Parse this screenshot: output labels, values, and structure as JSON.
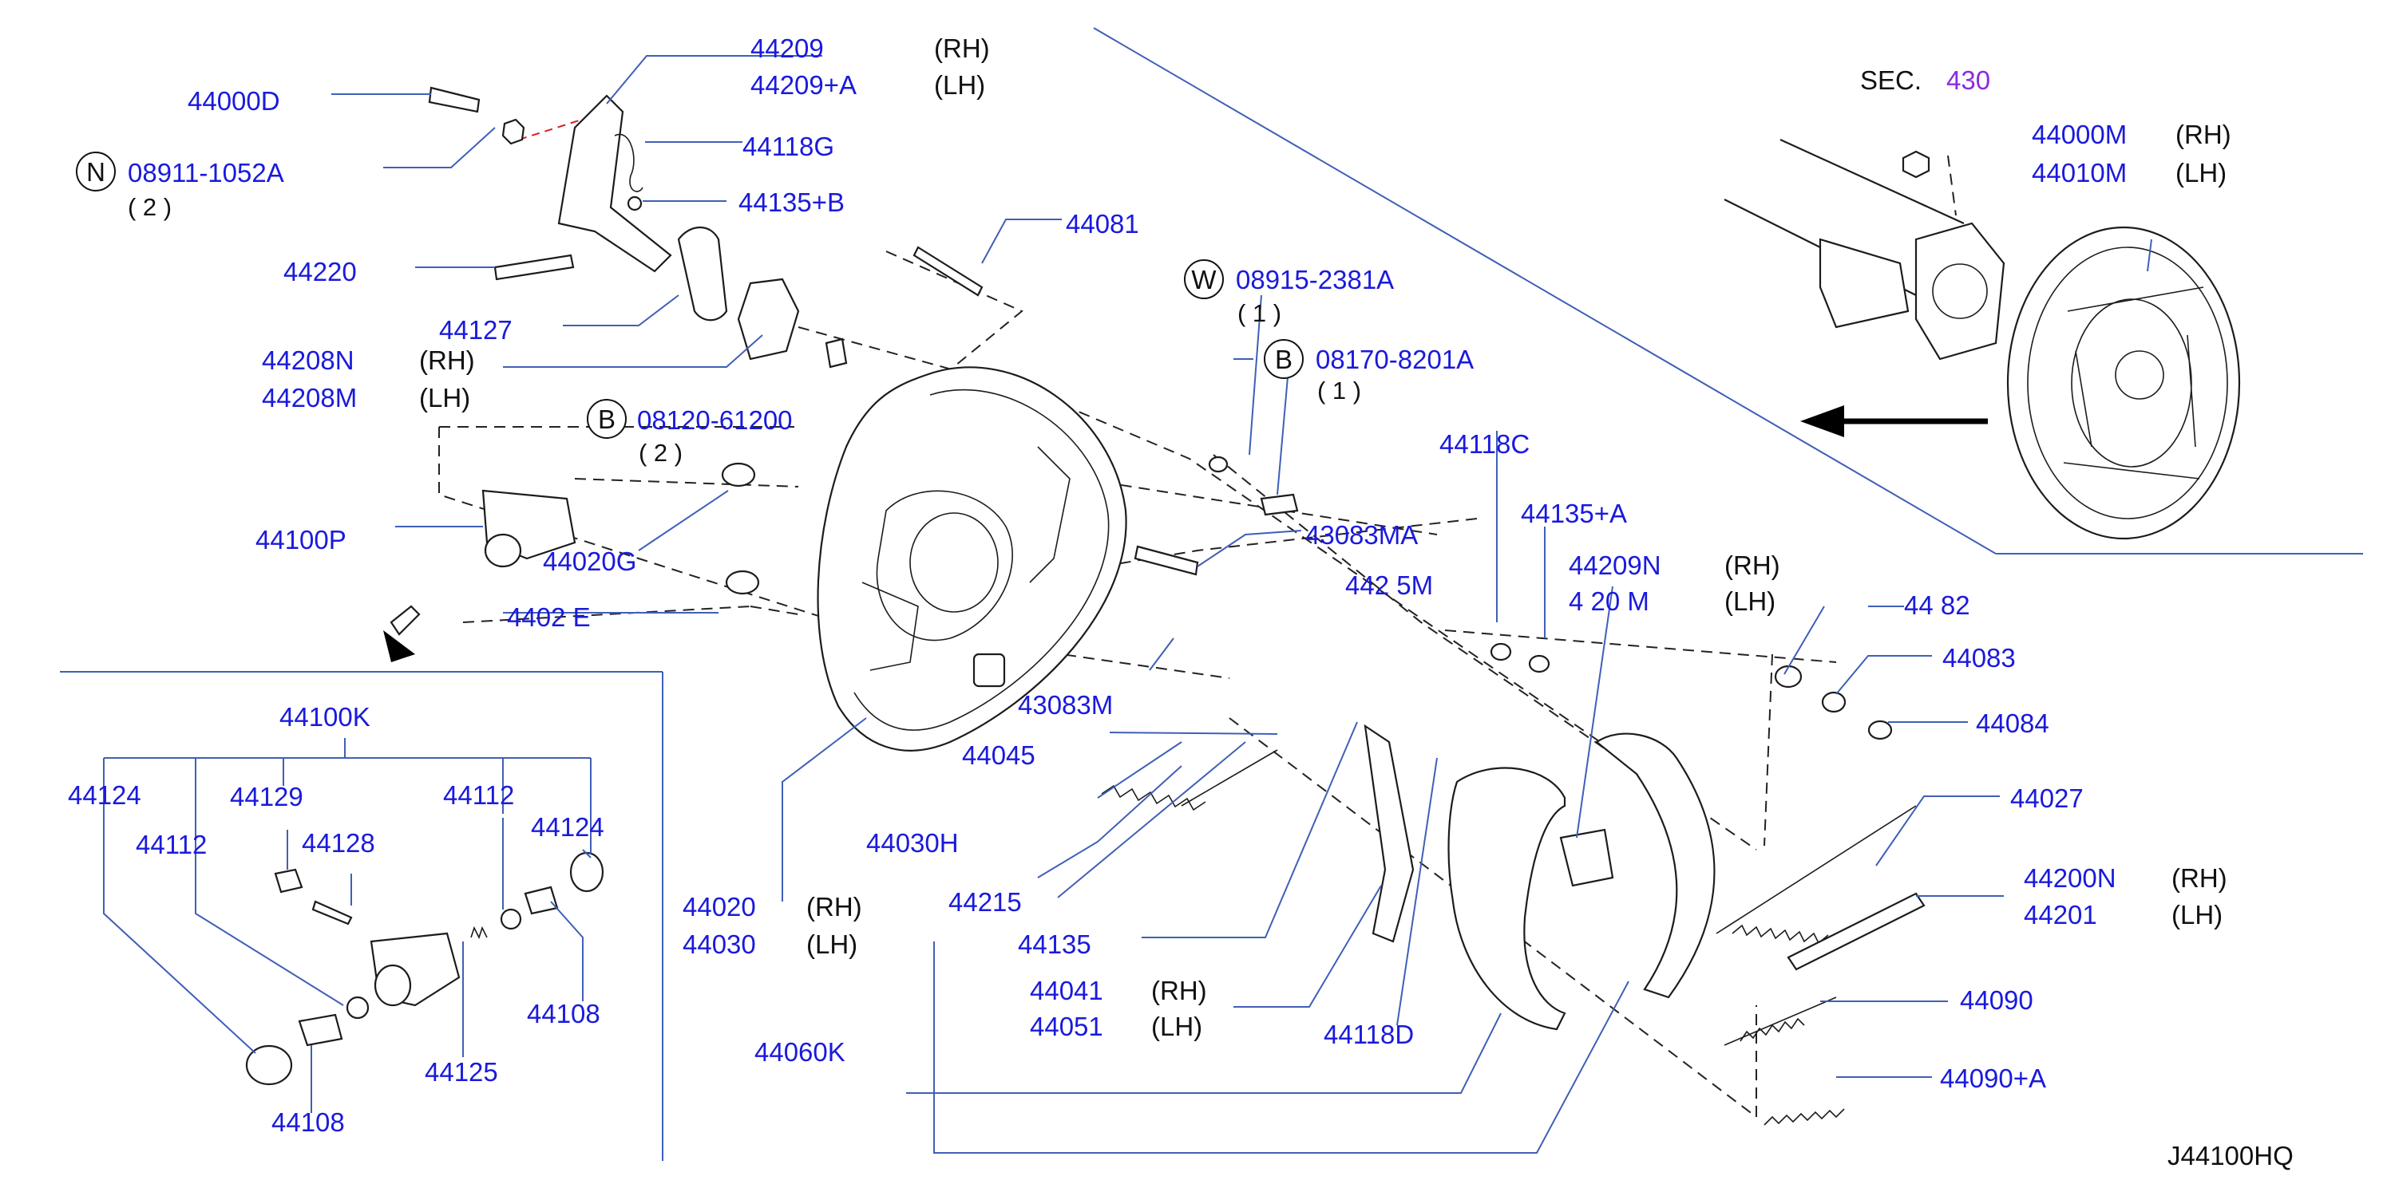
{
  "diagram": {
    "ref_code": "J44100HQ",
    "section": {
      "prefix": "SEC.",
      "number": "430"
    },
    "direction": {
      "rh": "(RH)",
      "lh": "(LH)"
    },
    "callouts": {
      "p44000D": "44000D",
      "p08911": "08911-1052A",
      "p08911_qty": "( 2 )",
      "p44209": "44209",
      "p44209A": "44209+A",
      "p44118G": "44118G",
      "p44135B": "44135+B",
      "p44220": "44220",
      "p44127": "44127",
      "p44208N": "44208N",
      "p44208M": "44208M",
      "p08120": "08120-61200",
      "p08120_qty": "( 2 )",
      "p44100P": "44100P",
      "p44020G": "44020G",
      "p44020E": "4402 E",
      "p44081": "44081",
      "p08915": "08915-2381A",
      "p08915_qty": "( 1 )",
      "p08170": "08170-8201A",
      "p08170_qty": "( 1 )",
      "p43083MA": "43083MA",
      "p43083M": "43083M",
      "p44045": "44045",
      "p44030H": "44030H",
      "p44215": "44215",
      "p44215M": "442 5M",
      "p44020": "44020",
      "p44030": "44030",
      "p44135": "44135",
      "p44041": "44041",
      "p44051": "44051",
      "p44060K": "44060K",
      "p44118D": "44118D",
      "p44118C": "44118C",
      "p44135A": "44135+A",
      "p44209N": "44209N",
      "p44209M": "4 20 M",
      "p44082": "44 82",
      "p44083": "44083",
      "p44084": "44084",
      "p44027": "44027",
      "p44200N": "44200N",
      "p44201": "44201",
      "p44090": "44090",
      "p44090A": "44090+A",
      "p44000M": "44000M",
      "p44010M": "44010M",
      "p44100K": "44100K",
      "p44124a": "44124",
      "p44129": "44129",
      "p44112a": "44112",
      "p44128": "44128",
      "p44112b": "44112",
      "p44124b": "44124",
      "p44108a": "44108",
      "p44125": "44125",
      "p44108b": "44108"
    },
    "fastener_codes": {
      "n": "N",
      "w": "W",
      "b1": "B",
      "b2": "B"
    }
  }
}
